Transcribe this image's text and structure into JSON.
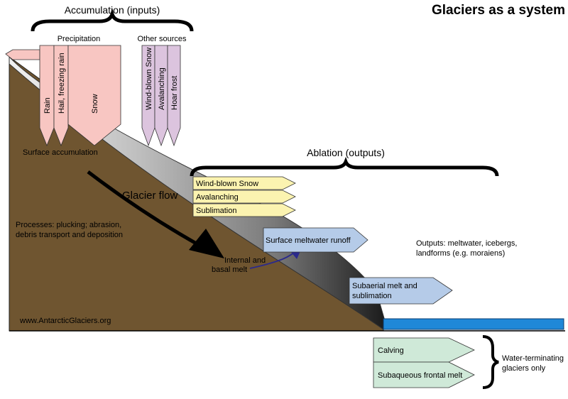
{
  "title": "Glaciers as a system",
  "accumulation": {
    "heading": "Accumulation (inputs)",
    "precipitation_label": "Precipitation",
    "other_sources_label": "Other sources",
    "precipitation": [
      "Rain",
      "Hail, freezing rain",
      "Snow"
    ],
    "other_sources": [
      "Wind-blown Snow",
      "Avalanching",
      "Hoar frost"
    ],
    "surface_label": "Surface accumulation"
  },
  "flow_label": "Glacier flow",
  "processes": {
    "line1": "Processes: plucking; abrasion,",
    "line2": "debris transport and deposition"
  },
  "internal_melt": {
    "line1": "Internal and",
    "line2": "basal melt"
  },
  "ablation": {
    "heading": "Ablation (outputs)",
    "upper": [
      "Wind-blown Snow",
      "Avalanching",
      "Sublimation"
    ],
    "surface_runoff": "Surface meltwater runoff",
    "subaerial": {
      "line1": "Subaerial melt and",
      "line2": "sublimation"
    }
  },
  "outputs_note": {
    "line1": "Outputs: meltwater, icebergs,",
    "line2": "landforms (e.g. moraiens)"
  },
  "water_terminating": {
    "items": [
      "Calving",
      "Subaqueous frontal melt"
    ],
    "label_line1": "Water-terminating",
    "label_line2": "glaciers only"
  },
  "website": "www.AntarcticGlaciers.org",
  "colors": {
    "bedrock": "#6f5530",
    "pink": "#f8c6c2",
    "purple": "#dcc4de",
    "yellow": "#fbf3b0",
    "blue_box": "#b5cbe8",
    "green": "#cfe9d8",
    "water": "#1f88d8",
    "flow_arrow": "#000000",
    "melt_arrow": "#2b2a8c"
  }
}
